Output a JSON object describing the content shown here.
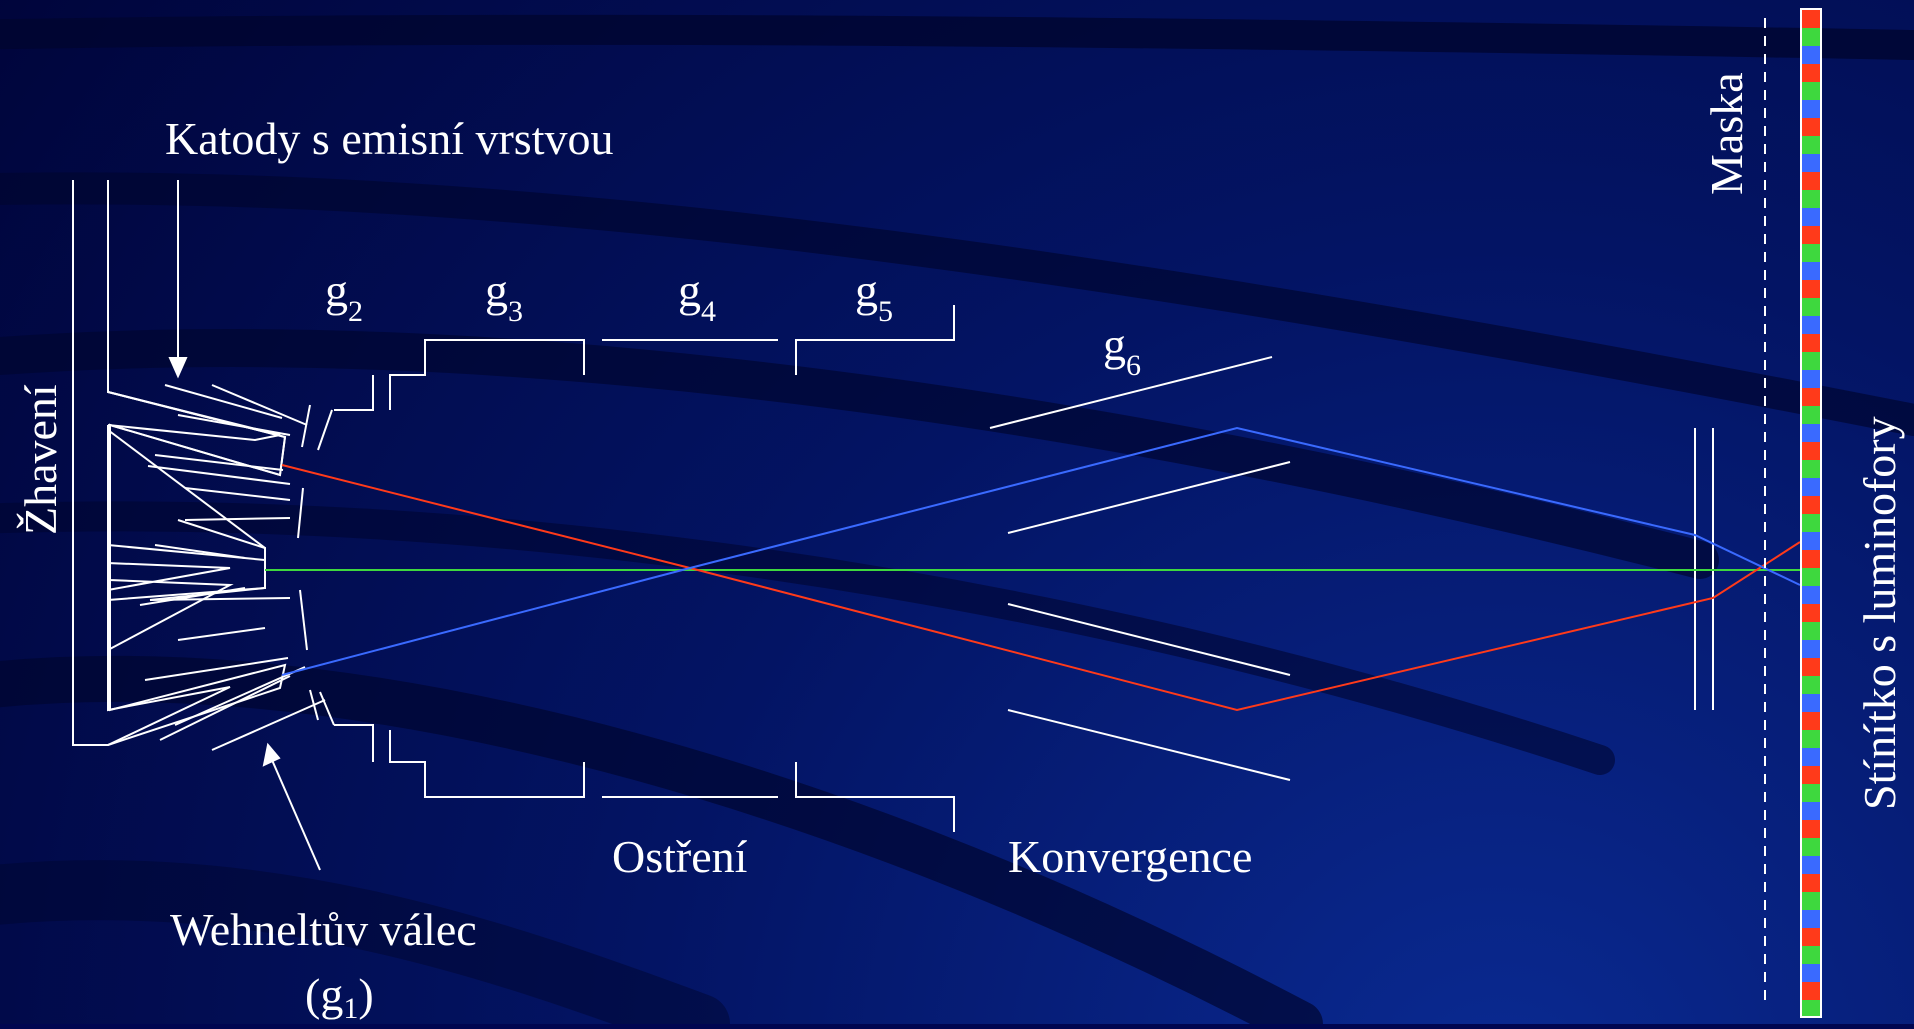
{
  "labels": {
    "cathodes": "Katody s emisní vrstvou",
    "heating": "Žhavení",
    "wehnelt": "Wehneltův válec",
    "g1_open": "(g",
    "g1_sub": "1",
    "g1_close": ")",
    "g_letter": "g",
    "g2_sub": "2",
    "g3_sub": "3",
    "g4_sub": "4",
    "g5_sub": "5",
    "g6_sub": "6",
    "focusing": "Ostření",
    "convergence": "Konvergence",
    "mask": "Maska",
    "screen": "Stínítko s luminofory"
  },
  "colors": {
    "background": "#000650",
    "lines": "#ffffff",
    "beam_red": "#ff3a1a",
    "beam_green": "#3ed83e",
    "beam_blue": "#3a6aff",
    "phosphor_cycle": [
      "#ff3a1a",
      "#3ed83e",
      "#3a6aff"
    ]
  }
}
